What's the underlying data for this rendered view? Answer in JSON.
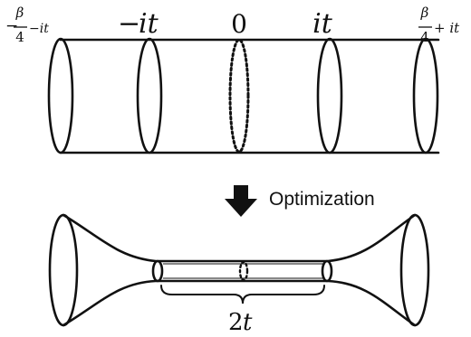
{
  "labels": {
    "left_end": {
      "sign": "−",
      "numerator": "β",
      "denominator": "4",
      "suffix": "−it"
    },
    "right_end": {
      "numerator": "β",
      "denominator": "4",
      "suffix": "+ it"
    },
    "minus_it": {
      "sign": "−",
      "var": "it"
    },
    "zero": "0",
    "plus_it": "it",
    "optimization": "Optimization",
    "two_t": {
      "coef": "2",
      "var": "t"
    }
  }
}
